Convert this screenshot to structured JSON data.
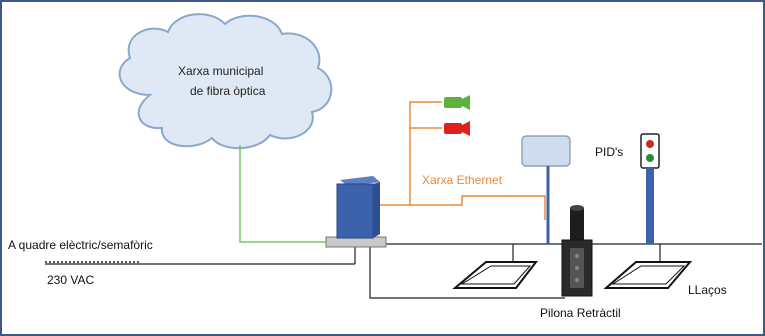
{
  "labels": {
    "cloud_line1": "Xarxa municipal",
    "cloud_line2": "de fibra òptica",
    "ethernet": "Xarxa Ethernet",
    "pids": "PID's",
    "power_source": "A quadre elèctric/semafòric",
    "voltage": "230 VAC",
    "bollard": "Pilona Retràctil",
    "loops": "LLaços"
  },
  "colors": {
    "frame": "#3a5a8c",
    "cloud_fill": "#dfe9f5",
    "cloud_stroke": "#8aa7cc",
    "fiber_line": "#7cc46a",
    "ethernet_line": "#e88a3c",
    "cabinet": "#3d62ad",
    "camera_green": "#5cb23a",
    "camera_red": "#e02020",
    "antenna": "#cfdcee",
    "pole": "#3d62ad",
    "traffic_red": "#cc2a1f",
    "traffic_green": "#2c8c3c"
  },
  "icons": [
    "cloud-icon",
    "camera-icon",
    "antenna-icon",
    "traffic-light-icon",
    "bollard-icon",
    "loop-icon"
  ]
}
